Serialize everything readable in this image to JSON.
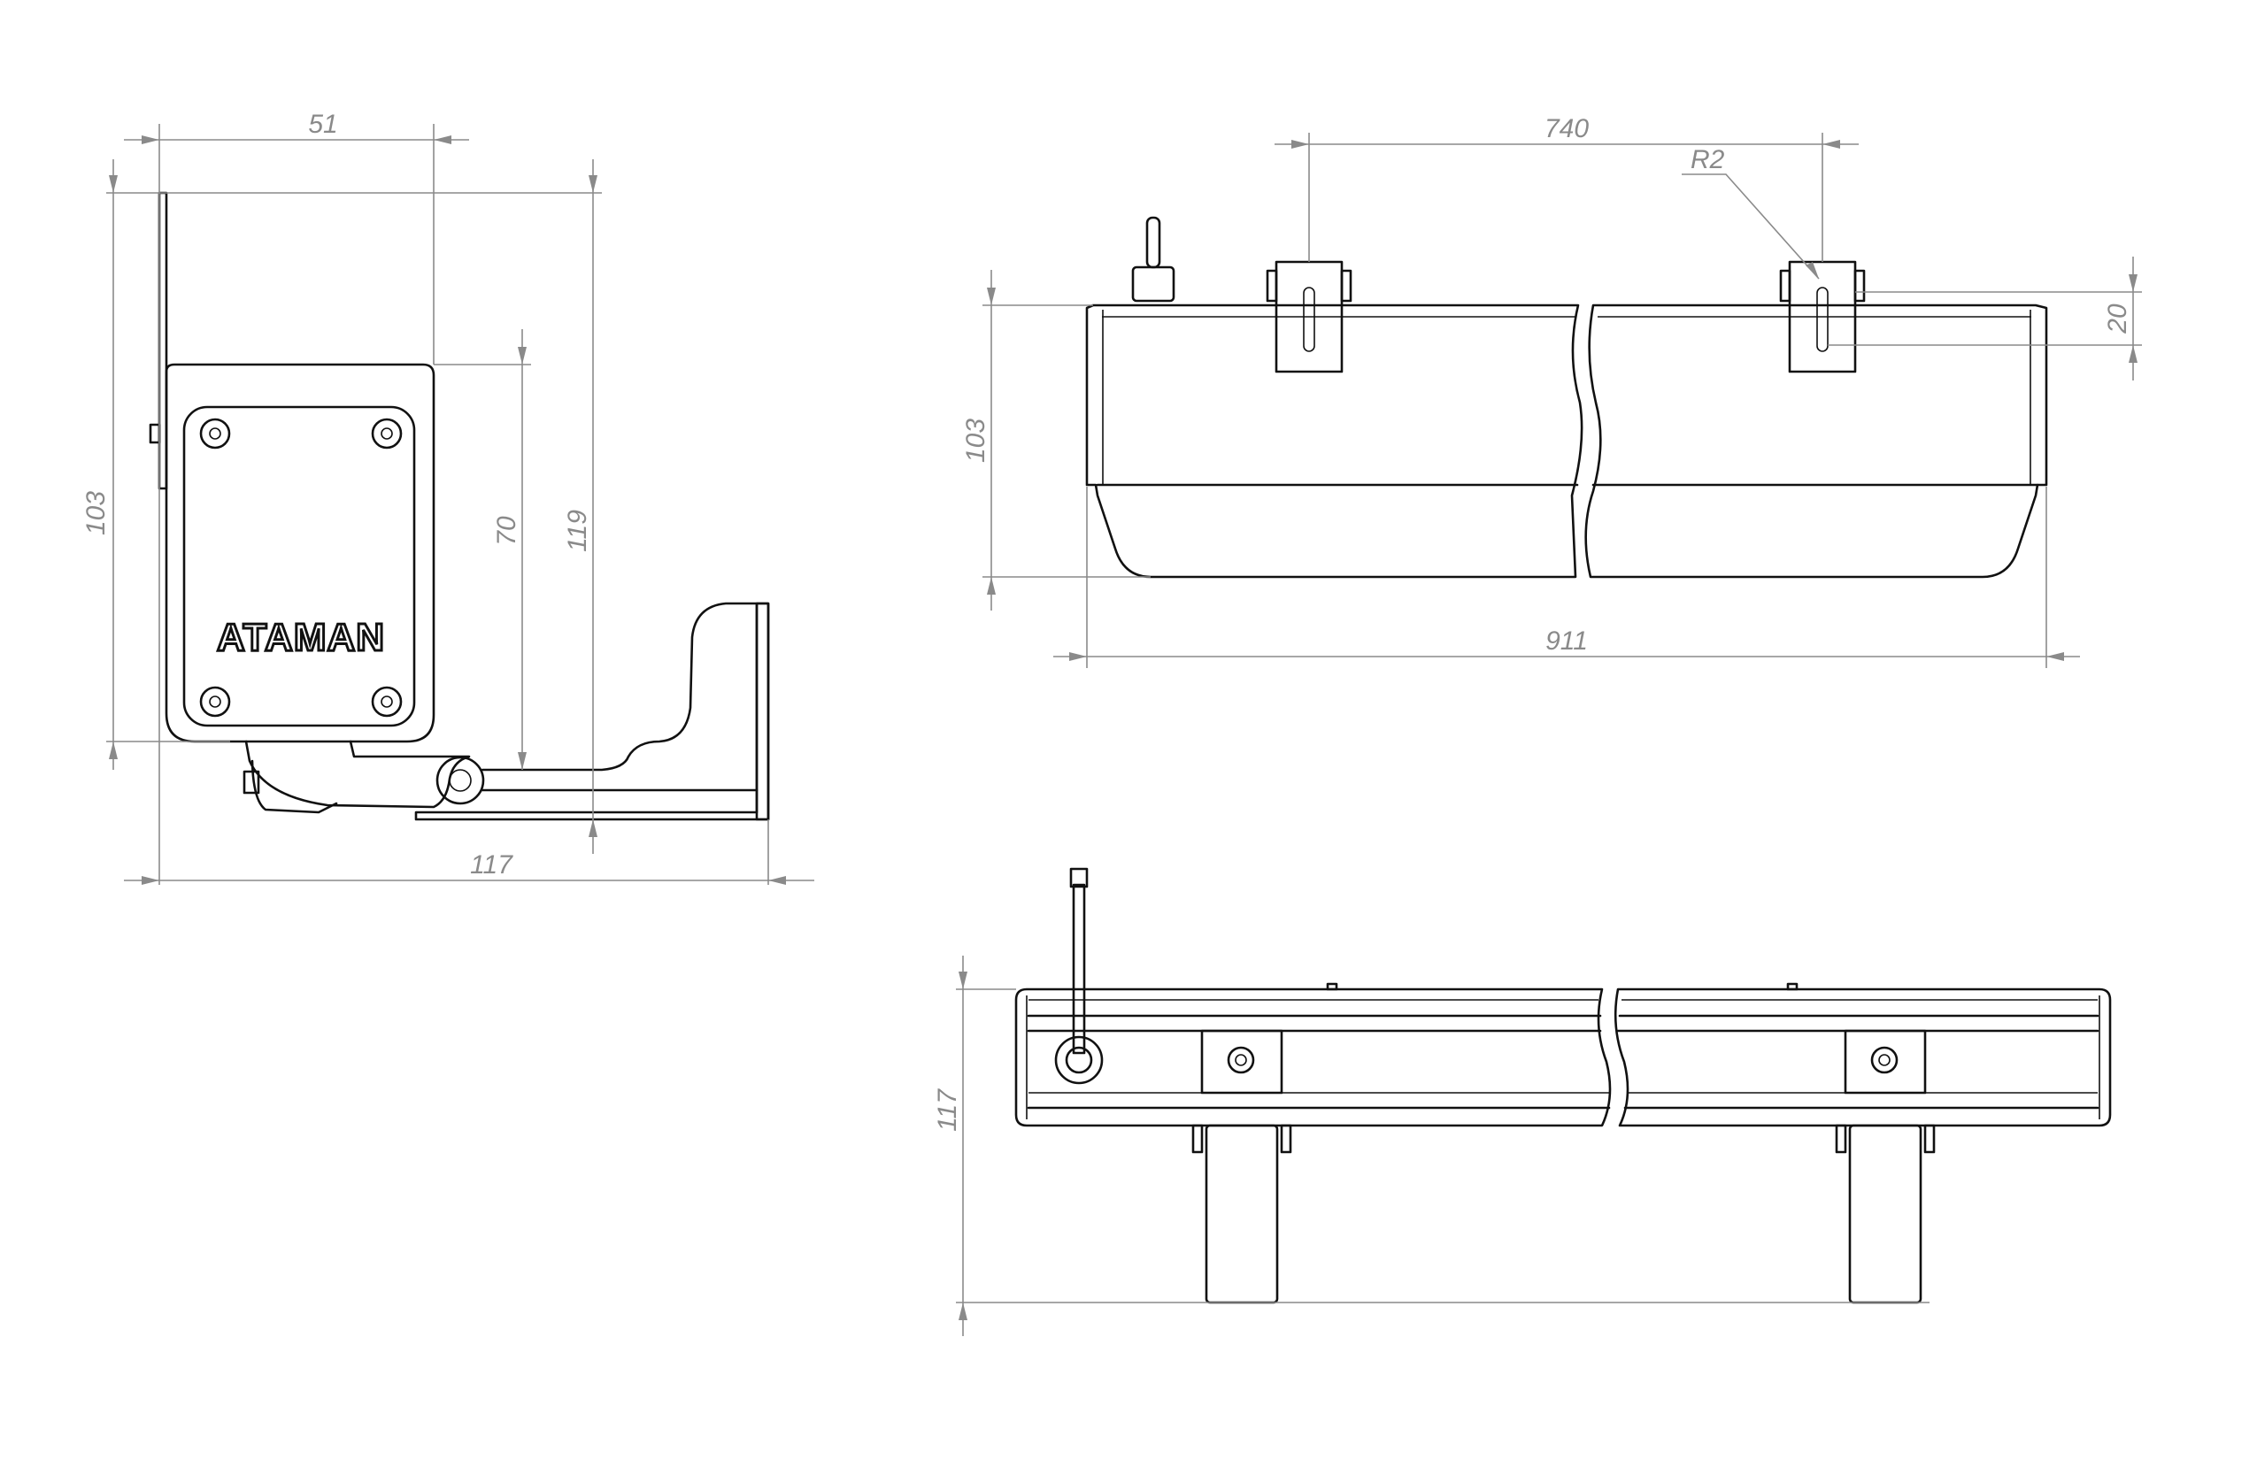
{
  "brand": {
    "logo_text": "ATAMAN"
  },
  "side_view": {
    "dim_width": "51",
    "dim_height_body": "103",
    "dim_height_plate": "70",
    "dim_height_total": "119",
    "dim_depth_total": "117"
  },
  "front_view": {
    "dim_mount_spacing": "740",
    "dim_radius": "R2",
    "dim_slot": "20",
    "dim_height": "103",
    "dim_length": "911"
  },
  "top_view": {
    "dim_depth": "117"
  },
  "colors": {
    "line": "#111111",
    "dimension": "#8a8a8a",
    "background": "#ffffff"
  }
}
